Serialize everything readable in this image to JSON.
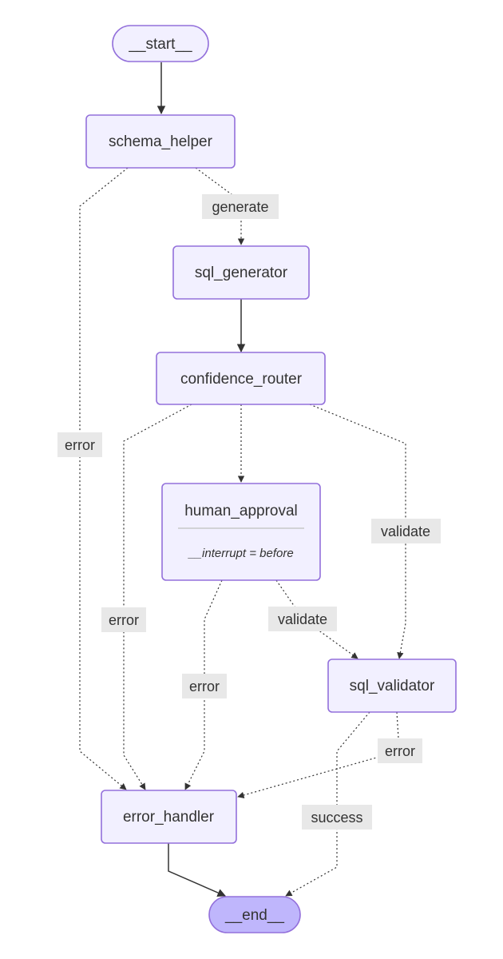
{
  "nodes": {
    "start": {
      "label": "__start__"
    },
    "schema_helper": {
      "label": "schema_helper"
    },
    "sql_generator": {
      "label": "sql_generator"
    },
    "confidence_router": {
      "label": "confidence_router"
    },
    "human_approval": {
      "label": "human_approval",
      "sublabel": "__interrupt = before"
    },
    "sql_validator": {
      "label": "sql_validator"
    },
    "error_handler": {
      "label": "error_handler"
    },
    "end": {
      "label": "__end__"
    }
  },
  "edge_labels": {
    "schema_generate": "generate",
    "schema_error": "error",
    "router_error": "error",
    "router_validate": "validate",
    "approval_error": "error",
    "approval_validate": "validate",
    "validator_error": "error",
    "validator_success": "success"
  },
  "colors": {
    "node_fill": "#f2f0ff",
    "node_border": "#9370db",
    "end_fill": "#bfb6fc",
    "edge": "#333333",
    "label_bg": "#e8e8e8"
  }
}
